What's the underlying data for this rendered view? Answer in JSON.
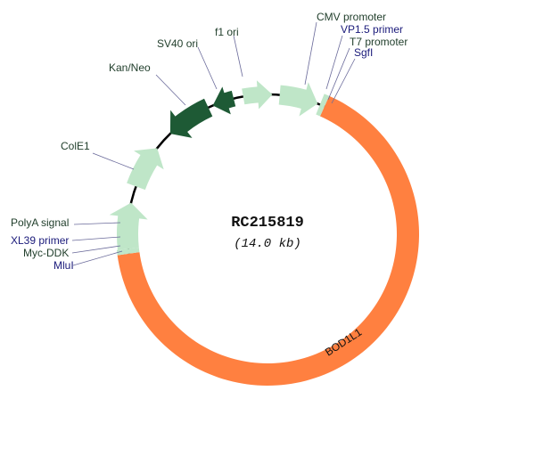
{
  "plasmid": {
    "name": "RC215819",
    "size": "(14.0 kb)"
  },
  "colors": {
    "orf": "#ff8040",
    "feature": "#bfe6c8",
    "marker": "#1e5a35",
    "backbone": "#000000"
  },
  "features": {
    "orf": "BOD1L1",
    "cmv": "CMV promoter",
    "vp15": "VP1.5 primer",
    "t7": "T7 promoter",
    "sgfi": "SgfI",
    "f1": "f1 ori",
    "sv40": "SV40 ori",
    "kanneo": "Kan/Neo",
    "cole1": "ColE1",
    "polya": "PolyA signal",
    "xl39": "XL39 primer",
    "mycddk": "Myc-DDK",
    "mlui": "MluI"
  }
}
